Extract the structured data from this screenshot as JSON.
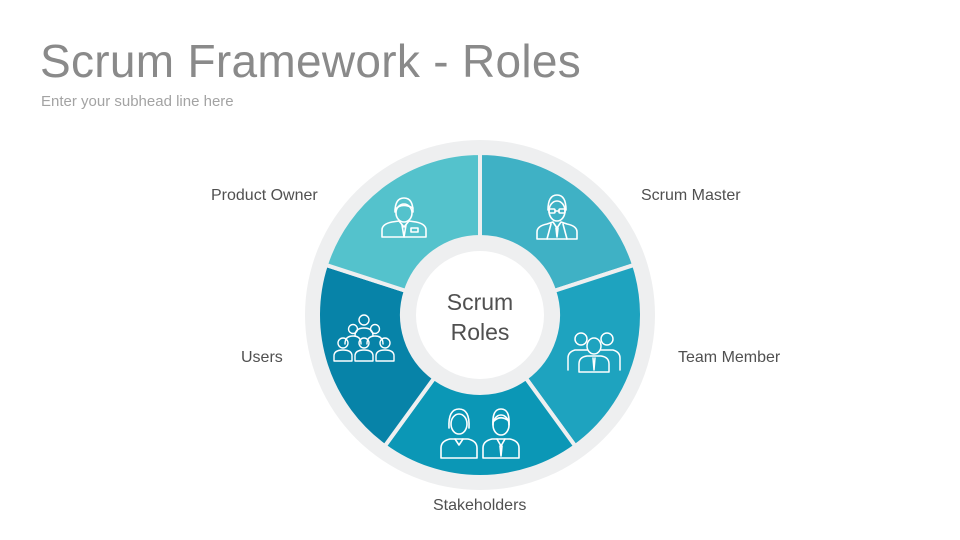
{
  "slide": {
    "title": "Scrum Framework - Roles",
    "subtitle": "Enter your subhead line here"
  },
  "center": {
    "line1": "Scrum",
    "line2": "Roles"
  },
  "roles": [
    {
      "label": "Scrum Master",
      "color": "#3fb1c5",
      "icon": "scrum-master-icon"
    },
    {
      "label": "Team Member",
      "color": "#1ea3bf",
      "icon": "team-member-icon"
    },
    {
      "label": "Stakeholders",
      "color": "#0b97b6",
      "icon": "stakeholders-icon"
    },
    {
      "label": "Users",
      "color": "#0783a8",
      "icon": "users-icon"
    },
    {
      "label": "Product Owner",
      "color": "#54c2cc",
      "icon": "product-owner-icon"
    }
  ],
  "colors": {
    "title": "#8a8a8a",
    "subtitle": "#a3a3a3",
    "ring": "#eeeff0",
    "center_text": "#505050"
  }
}
